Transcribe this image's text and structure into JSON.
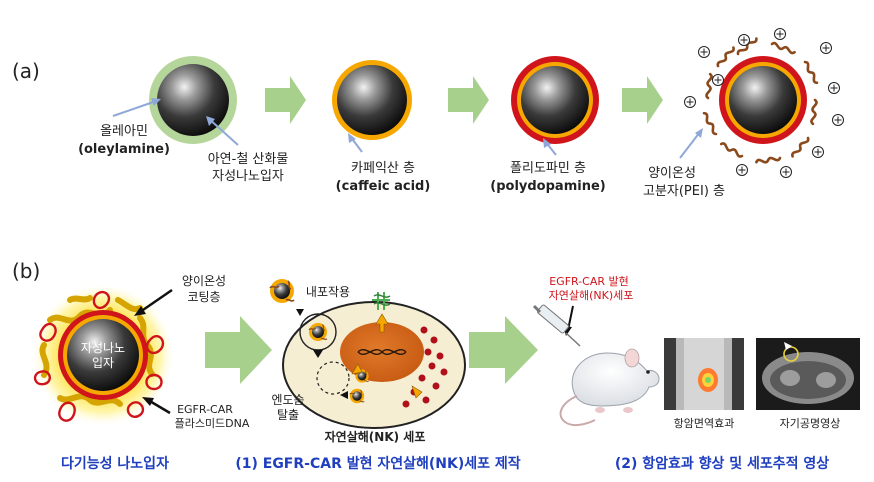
{
  "panel_a": {
    "label": "(a)",
    "oleylamine_ko": "올레아민",
    "oleylamine_en": "(oleylamine)",
    "core_l1": "아연-철 산화물",
    "core_l2": "자성나노입자",
    "caffeic_ko": "카페익산 층",
    "caffeic_en": "(caffeic acid)",
    "pda_ko": "폴리도파민 층",
    "pda_en": "(polydopamine)",
    "pei_l1": "양이온성",
    "pei_l2": "고분자(PEI) 층"
  },
  "panel_b": {
    "label": "(b)",
    "particle_core_l1": "자성나노",
    "particle_core_l2": "입자",
    "coating_l1": "양이온성",
    "coating_l2": "코팅층",
    "plasmid_l1": "EGFR-CAR",
    "plasmid_l2": "플라스미드DNA",
    "endocytosis": "내포작용",
    "endosome_l1": "엔도솜",
    "endosome_l2": "탈출",
    "nk_cell": "자연살해(NK) 세포",
    "car_nk_l1": "EGFR-CAR 발현",
    "car_nk_l2": "자연살해(NK)세포",
    "immune_effect": "항암면역효과",
    "mri": "자기공명영상",
    "caption_1": "다기능성 나노입자",
    "caption_2": "(1) EGFR-CAR 발현 자연살해(NK)세포 제작",
    "caption_3": "(2) 항암효과 향상 및 세포추적 영상"
  },
  "colors": {
    "green_shell": "#b5d69a",
    "orange_shell": "#f6a800",
    "red_shell": "#d0141b",
    "arrow_green": "#a8d08d",
    "pei_brown": "#8a4a1c",
    "caption_blue": "#1f3fbf",
    "label_red": "#d0141b",
    "pointer_blue": "#8fa8d8"
  }
}
